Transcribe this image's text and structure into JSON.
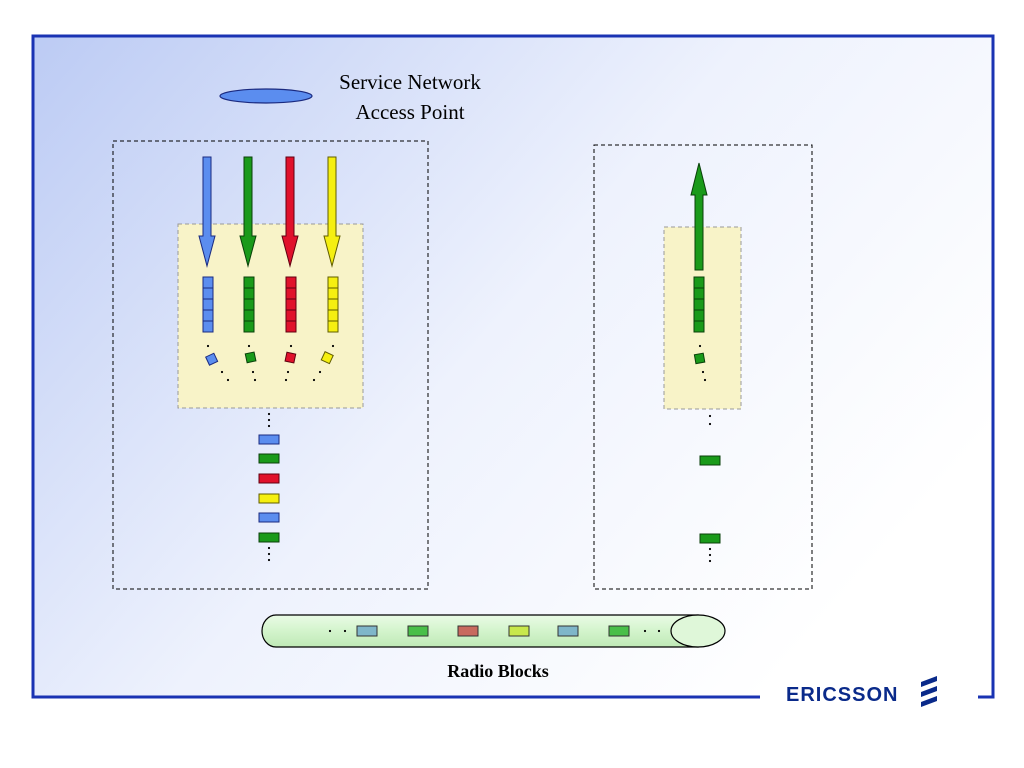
{
  "labels": {
    "access_point": "Service Network\nAccess Point",
    "radio_blocks": "Radio Blocks"
  },
  "branding": {
    "logo_text": "ERICSSON",
    "logo_color": "#0a2a8a"
  },
  "colors": {
    "frame": "#1a33b3",
    "blue": "#5b8def",
    "green": "#1a9a1a",
    "red": "#e0112b",
    "yellow": "#f5ef11",
    "buffer_bg": "#f8f3c8",
    "pipe_bg": "#d6f5d0"
  },
  "downlink_streams": [
    "blue",
    "green",
    "red",
    "yellow"
  ],
  "downlink_output_sequence": [
    "blue",
    "green",
    "red",
    "yellow",
    "blue",
    "green"
  ],
  "uplink_streams": [
    "green"
  ],
  "radio_blocks": [
    "blue",
    "green",
    "red",
    "yellow",
    "blue",
    "green"
  ]
}
